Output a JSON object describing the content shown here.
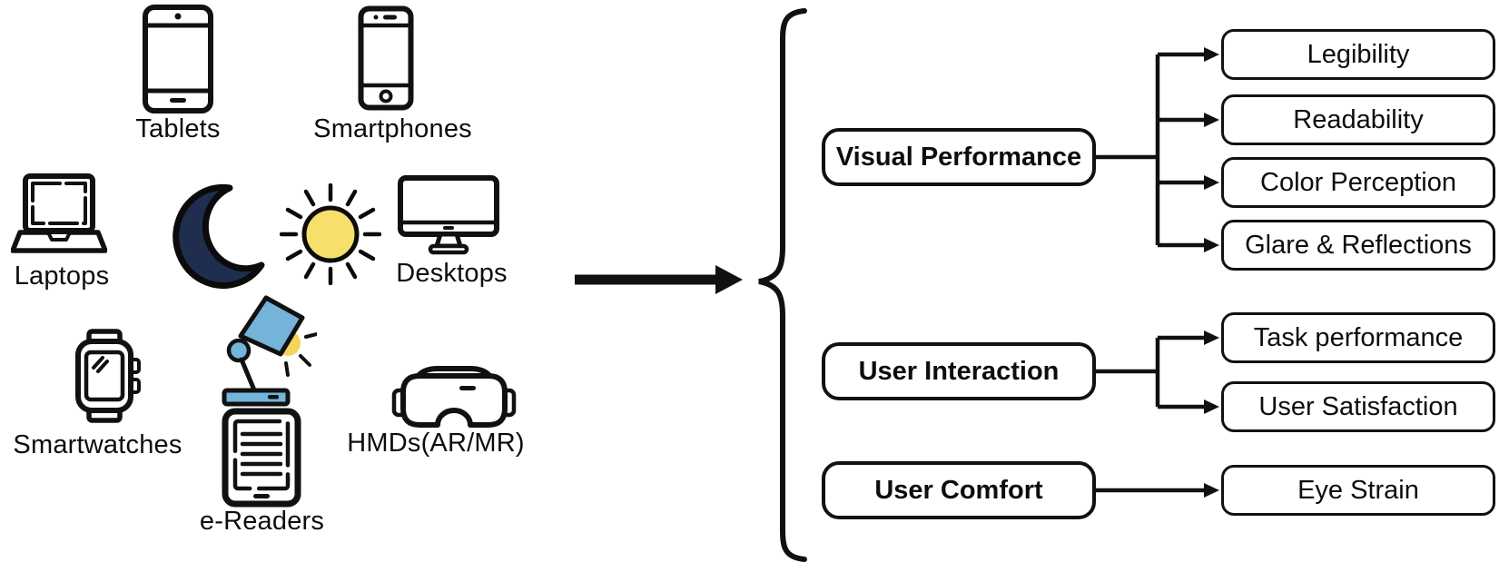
{
  "devices": [
    {
      "id": "tablets",
      "label": "Tablets"
    },
    {
      "id": "smartphones",
      "label": "Smartphones"
    },
    {
      "id": "laptops",
      "label": "Laptops"
    },
    {
      "id": "desktops",
      "label": "Desktops"
    },
    {
      "id": "smartwatches",
      "label": "Smartwatches"
    },
    {
      "id": "hmds",
      "label": "HMDs(AR/MR)"
    },
    {
      "id": "ereaders",
      "label": "e-Readers"
    }
  ],
  "environment_icons": [
    "moon",
    "sun",
    "desk-lamp"
  ],
  "categories": [
    {
      "label": "Visual Performance",
      "children": [
        "Legibility",
        "Readability",
        "Color Perception",
        "Glare & Reflections"
      ]
    },
    {
      "label": "User Interaction",
      "children": [
        "Task performance",
        "User Satisfaction"
      ]
    },
    {
      "label": "User Comfort",
      "children": [
        "Eye Strain"
      ]
    }
  ],
  "colors": {
    "ink": "#111111",
    "moon": "#1f2e4e",
    "sun": "#f8df6b",
    "lamp_shade": "#74b3da",
    "lamp_bulb": "#f5d45e"
  }
}
